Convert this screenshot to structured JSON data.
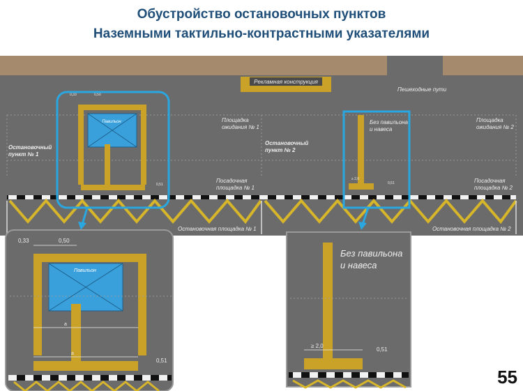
{
  "title_line1": "Обустройство остановочных пунктов",
  "title_line2": "Наземными тактильно-контрастными указателями",
  "page_number": "55",
  "labels": {
    "billboard": "Рекламная конструкция",
    "footpaths": "Пешеходные пути",
    "waiting_area_1": [
      "Площадка",
      "ожидания № 1"
    ],
    "waiting_area_2": [
      "Площадка",
      "ожидания № 2"
    ],
    "stop_point_1": [
      "Остановочный",
      "пункт № 1"
    ],
    "stop_point_2": [
      "Остановочный",
      "пункт № 2"
    ],
    "boarding_area_1": [
      "Посадочная",
      "площадка № 1"
    ],
    "boarding_area_2": [
      "Посадочная",
      "площадка № 2"
    ],
    "stop_area_1": "Остановочная площадка № 1",
    "stop_area_2": "Остановочная площадка № 2",
    "no_pavilion": [
      "Без павильона",
      "и навеса"
    ],
    "pavilion": "Павильон"
  },
  "dimensions": {
    "d033": "0,33",
    "d050": "0,50",
    "d051": "0,51",
    "dge20": "≥ 2,0",
    "da": "a"
  },
  "colors": {
    "road": "#707070",
    "sidewalk": "#5e5e5e",
    "building": "#a58a6e",
    "tactile": "#c9a227",
    "highlight": "#2aa7e0",
    "pavilion": "#3aa0dc",
    "title": "#1f4e79"
  }
}
